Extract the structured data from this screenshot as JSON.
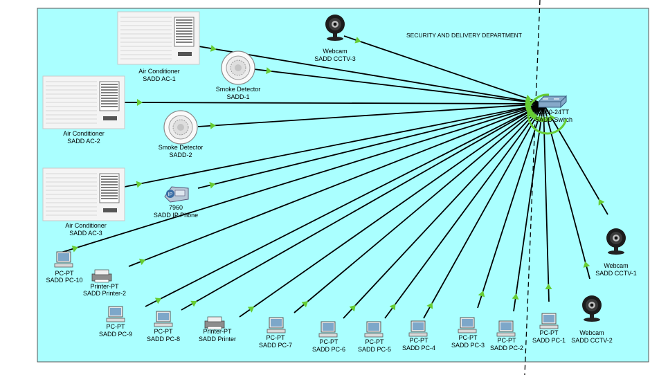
{
  "department_label": "SECURITY AND DELIVERY DEPARTMENT",
  "switch": {
    "model": "2960-24TT",
    "name": "SADD Switch"
  },
  "devices": [
    {
      "id": "ac1",
      "type": "ac",
      "type_label": "Air Conditioner",
      "name": "SADD AC-1"
    },
    {
      "id": "ac2",
      "type": "ac",
      "type_label": "Air Conditioner",
      "name": "SADD AC-2"
    },
    {
      "id": "ac3",
      "type": "ac",
      "type_label": "Air Conditioner",
      "name": "SADD AC-3"
    },
    {
      "id": "sd1",
      "type": "smoke",
      "type_label": "Smoke Detector",
      "name": "SADD-1"
    },
    {
      "id": "sd2",
      "type": "smoke",
      "type_label": "Smoke Detector",
      "name": "SADD-2"
    },
    {
      "id": "cam3",
      "type": "webcam",
      "type_label": "Webcam",
      "name": "SADD CCTV-3"
    },
    {
      "id": "cam1",
      "type": "webcam",
      "type_label": "Webcam",
      "name": "SADD CCTV-1"
    },
    {
      "id": "cam2",
      "type": "webcam",
      "type_label": "Webcam",
      "name": "SADD CCTV-2"
    },
    {
      "id": "phone",
      "type": "phone",
      "type_label": "7960",
      "name": "SADD IP Phone"
    },
    {
      "id": "pc10",
      "type": "pc",
      "type_label": "PC-PT",
      "name": "SADD PC-10"
    },
    {
      "id": "pr2",
      "type": "printer",
      "type_label": "Printer-PT",
      "name": "SADD Printer-2"
    },
    {
      "id": "pc9",
      "type": "pc",
      "type_label": "PC-PT",
      "name": "SADD PC-9"
    },
    {
      "id": "pc8",
      "type": "pc",
      "type_label": "PC-PT",
      "name": "SADD PC-8"
    },
    {
      "id": "pr1",
      "type": "printer",
      "type_label": "Printer-PT",
      "name": "SADD Printer"
    },
    {
      "id": "pc7",
      "type": "pc",
      "type_label": "PC-PT",
      "name": "SADD PC-7"
    },
    {
      "id": "pc6",
      "type": "pc",
      "type_label": "PC-PT",
      "name": "SADD PC-6"
    },
    {
      "id": "pc5",
      "type": "pc",
      "type_label": "PC-PT",
      "name": "SADD PC-5"
    },
    {
      "id": "pc4",
      "type": "pc",
      "type_label": "PC-PT",
      "name": "SADD PC-4"
    },
    {
      "id": "pc3",
      "type": "pc",
      "type_label": "PC-PT",
      "name": "SADD PC-3"
    },
    {
      "id": "pc2",
      "type": "pc",
      "type_label": "PC-PT",
      "name": "SADD PC-2"
    },
    {
      "id": "pc1",
      "type": "pc",
      "type_label": "PC-PT",
      "name": "SADD PC-1"
    }
  ],
  "colors": {
    "area_fill": "#aaffff",
    "link": "#000000",
    "link_status": "#66cc33",
    "boundary_line": "#000000"
  }
}
